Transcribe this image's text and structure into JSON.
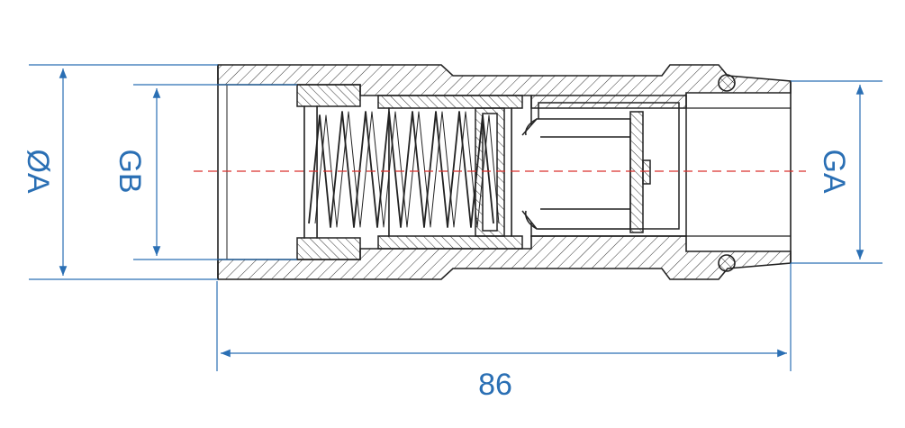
{
  "dimensions": {
    "outer_diameter_label": "ØA",
    "inner_thread_label": "GB",
    "outer_thread_label": "GA",
    "overall_length_label": "86"
  },
  "colors": {
    "dimension": "#2a6fb4",
    "outline": "#222222",
    "hatch": "#333333",
    "centerline": "#d9322e",
    "background": "#ffffff"
  }
}
